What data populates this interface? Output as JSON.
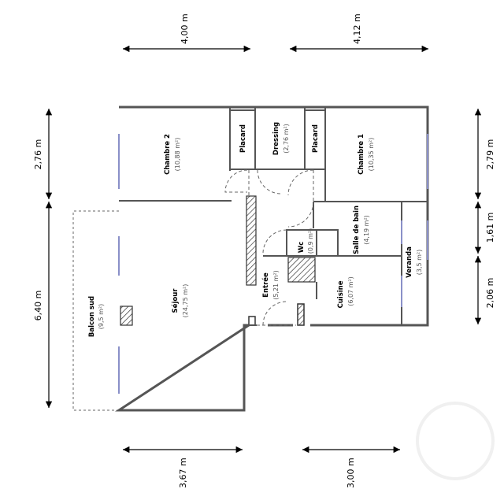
{
  "dimensions": {
    "top_left": "4,00 m",
    "top_right": "4,12 m",
    "bottom_left": "3,67 m",
    "bottom_right": "3,00 m",
    "left_top": "2,76 m",
    "left_bottom": "6,40 m",
    "right_top": "2,79 m",
    "right_middle": "1,61 m",
    "right_bottom": "2,06 m"
  },
  "rooms": {
    "chambre2": {
      "name": "Chambre 2",
      "area": "(10,88 m²)"
    },
    "placard_left": {
      "name": "Placard"
    },
    "dressing": {
      "name": "Dressing",
      "area": "(2,76 m²)"
    },
    "placard_right": {
      "name": "Placard"
    },
    "chambre1": {
      "name": "Chambre 1",
      "area": "(10,35 m²)"
    },
    "salle_de_bain": {
      "name": "Salle de bain",
      "area": "(4,19 m²)"
    },
    "wc": {
      "name": "Wc",
      "area": "(0,9 m²)"
    },
    "veranda": {
      "name": "Veranda",
      "area": "(3,5 m²)"
    },
    "entree": {
      "name": "Entrée",
      "area": "(5,21 m²)"
    },
    "cuisine": {
      "name": "Cuisine",
      "area": "(6,07 m²)"
    },
    "sejour": {
      "name": "Séjour",
      "area": "(24,75 m²)"
    },
    "balcon": {
      "name": "Balcon sud",
      "area": "(9,5 m²)"
    }
  },
  "colors": {
    "wall": "#555555",
    "window": "#8a90c8",
    "label": "#000000"
  }
}
